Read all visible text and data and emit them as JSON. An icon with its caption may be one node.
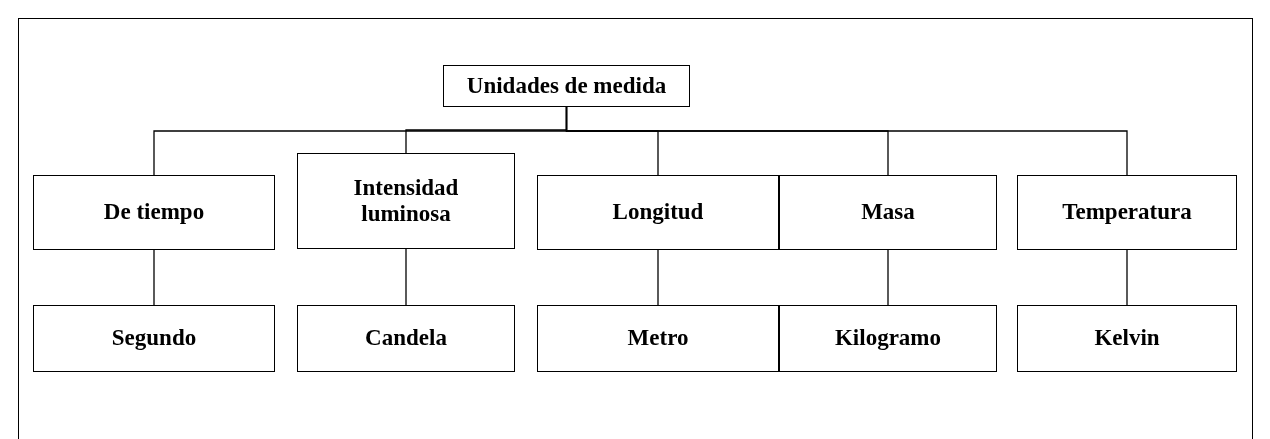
{
  "diagram": {
    "nodes": [
      {
        "text": [
          "Unidades de medida"
        ]
      },
      {
        "text": [
          "De tiempo"
        ]
      },
      {
        "text": [
          "Intensidad luminosa"
        ]
      },
      {
        "text": [
          "Longitud"
        ]
      },
      {
        "text": [
          "Masa"
        ]
      },
      {
        "text": [
          "Temperatura"
        ]
      },
      {
        "text": [
          "Segundo"
        ]
      },
      {
        "text": [
          "Candela"
        ]
      },
      {
        "text": [
          "Metro"
        ]
      },
      {
        "text": [
          "Kilogramo"
        ]
      },
      {
        "text": [
          "Kelvin"
        ]
      }
    ],
    "edges": [
      {
        "from": 0,
        "to": 1,
        "arrow": "none"
      },
      {
        "from": 0,
        "to": 2,
        "arrow": "none"
      },
      {
        "from": 0,
        "to": 3,
        "arrow": "none"
      },
      {
        "from": 0,
        "to": 4,
        "arrow": "none"
      },
      {
        "from": 0,
        "to": 5,
        "arrow": "none"
      },
      {
        "from": 1,
        "to": 6,
        "arrow": "none"
      },
      {
        "from": 2,
        "to": 7,
        "arrow": "none"
      },
      {
        "from": 3,
        "to": 8,
        "arrow": "none"
      },
      {
        "from": 4,
        "to": 9,
        "arrow": "none"
      },
      {
        "from": 5,
        "to": 10,
        "arrow": "none"
      }
    ]
  }
}
